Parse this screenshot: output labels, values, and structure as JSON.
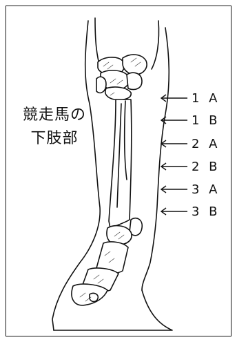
{
  "title": {
    "line1": "競走馬の",
    "line2": "下肢部"
  },
  "markers": [
    {
      "label": "1 A"
    },
    {
      "label": "1 B"
    },
    {
      "label": "2 A"
    },
    {
      "label": "2 B"
    },
    {
      "label": "3 A"
    },
    {
      "label": "3 B"
    }
  ],
  "colors": {
    "line": "#111111",
    "background": "#ffffff"
  },
  "icons": {
    "marker_arrow": "left-arrow-icon",
    "illustration": "horse-lower-leg-bone-illustration"
  }
}
